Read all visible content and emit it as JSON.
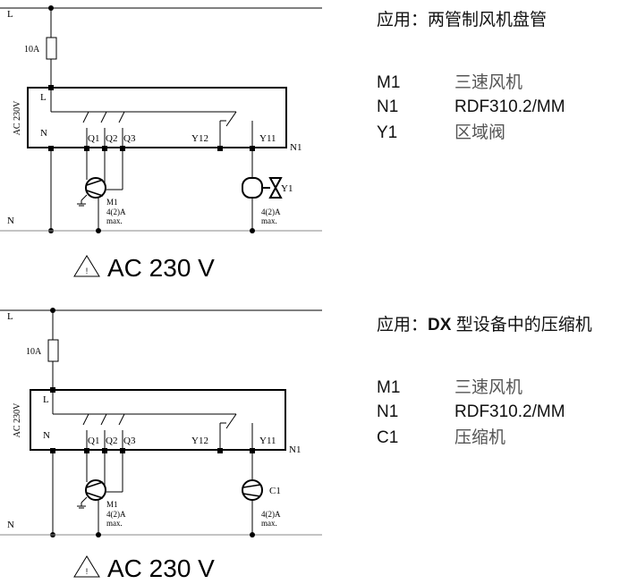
{
  "diagrams": [
    {
      "id": "top",
      "rail_live_label": "L",
      "rail_neutral_label": "N",
      "fuse_label": "10A",
      "supply_label": "AC 230V",
      "box_terminal_L": "L",
      "box_terminal_N": "N",
      "terminals": [
        "Q1",
        "Q2",
        "Q3",
        "Y12",
        "Y11"
      ],
      "device_label": "N1",
      "motor_label": "M1",
      "motor_rating_1": "4(2)A",
      "motor_rating_2": "max.",
      "load_label": "Y1",
      "load_type": "valve",
      "load_rating_1": "4(2)A",
      "load_rating_2": "max.",
      "warning_text": "AC 230 V",
      "legend": {
        "title_prefix": "应用：",
        "title_bold": "",
        "title_rest": "两管制风机盘管",
        "rows": [
          {
            "code": "M1",
            "desc": "三速风机",
            "cn": true
          },
          {
            "code": "N1",
            "desc": "RDF310.2/MM",
            "cn": false
          },
          {
            "code": "Y1",
            "desc": "区域阀",
            "cn": true
          }
        ]
      }
    },
    {
      "id": "bottom",
      "rail_live_label": "L",
      "rail_neutral_label": "N",
      "fuse_label": "10A",
      "supply_label": "AC 230V",
      "box_terminal_L": "L",
      "box_terminal_N": "N",
      "terminals": [
        "Q1",
        "Q2",
        "Q3",
        "Y12",
        "Y11"
      ],
      "device_label": "N1",
      "motor_label": "M1",
      "motor_rating_1": "4(2)A",
      "motor_rating_2": "max.",
      "load_label": "C1",
      "load_type": "compressor",
      "load_rating_1": "4(2)A",
      "load_rating_2": "max.",
      "warning_text": "AC 230 V",
      "legend": {
        "title_prefix": "应用：",
        "title_bold": "DX",
        "title_rest": " 型设备中的压缩机",
        "rows": [
          {
            "code": "M1",
            "desc": "三速风机",
            "cn": true
          },
          {
            "code": "N1",
            "desc": "RDF310.2/MM",
            "cn": false
          },
          {
            "code": "C1",
            "desc": "压缩机",
            "cn": true
          }
        ]
      }
    }
  ]
}
